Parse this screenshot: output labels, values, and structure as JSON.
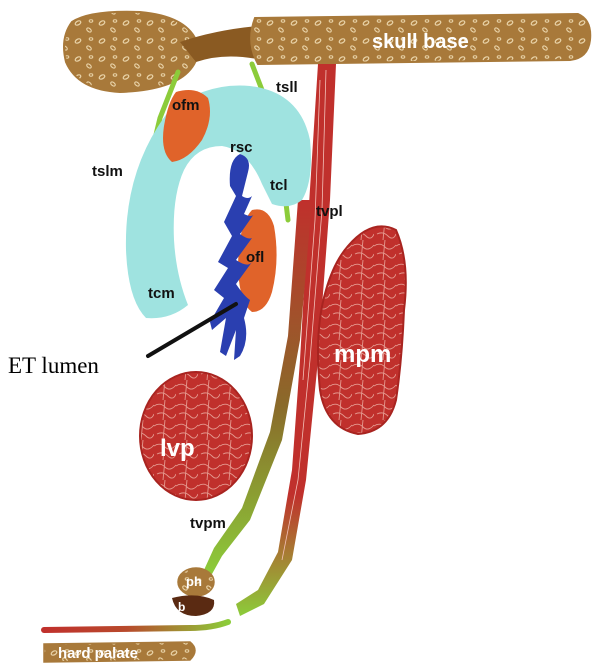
{
  "labels": {
    "skull_base": "skull base",
    "tsll": "tsll",
    "ofm": "ofm",
    "rsc": "rsc",
    "tslm": "tslm",
    "tcl": "tcl",
    "tvpl": "tvpl",
    "ofl": "ofl",
    "tcm": "tcm",
    "et_lumen": "ET lumen",
    "mpm": "mpm",
    "lvp": "lvp",
    "tvpm": "tvpm",
    "ph": "ph",
    "b": "b",
    "hard_palate": "hard palate"
  },
  "colors": {
    "bone": "#a8793a",
    "bone_dark": "#7a5220",
    "cartilage": "#9fe3e0",
    "lumen": "#2a3fb0",
    "fat": "#e0632a",
    "muscle": "#c0302c",
    "tendon": "#8ccc3a",
    "pointer": "#111111"
  }
}
